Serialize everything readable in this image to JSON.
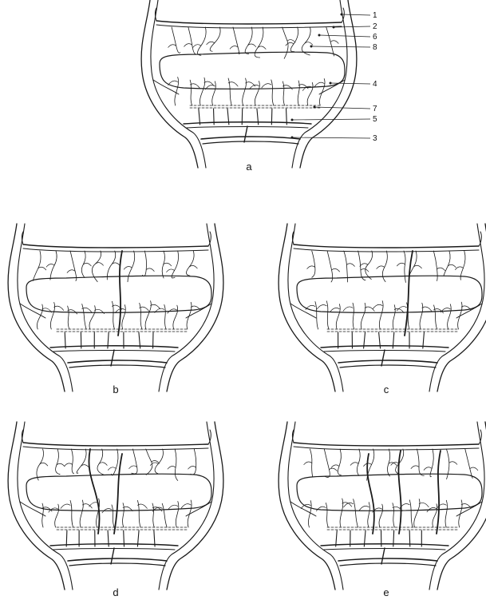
{
  "figure": {
    "panels": [
      {
        "id": "a",
        "label": "a",
        "variant": 0,
        "annotated": true
      },
      {
        "id": "b",
        "label": "b",
        "variant": 1,
        "annotated": false
      },
      {
        "id": "c",
        "label": "c",
        "variant": 2,
        "annotated": false
      },
      {
        "id": "d",
        "label": "d",
        "variant": 3,
        "annotated": false
      },
      {
        "id": "e",
        "label": "e",
        "variant": 4,
        "annotated": false
      }
    ],
    "callouts": [
      {
        "number": "1"
      },
      {
        "number": "2"
      },
      {
        "number": "6"
      },
      {
        "number": "8"
      },
      {
        "number": "4"
      },
      {
        "number": "7"
      },
      {
        "number": "5"
      },
      {
        "number": "3"
      }
    ],
    "colors": {
      "ink": "#1a1a1a",
      "background": "#ffffff"
    }
  }
}
